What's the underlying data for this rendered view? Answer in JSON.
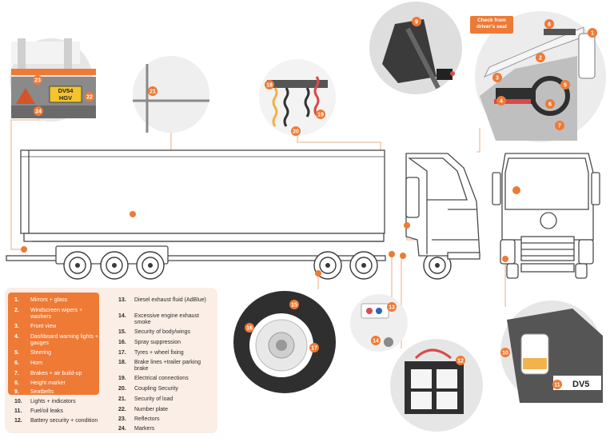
{
  "callouts": {
    "check_from_drivers_seat": "Check from driver's seat",
    "plate_line1": "DV54",
    "plate_line2": "HGV",
    "plate_partial": "DV5"
  },
  "markers": [
    "1",
    "2",
    "3",
    "4",
    "5",
    "6",
    "7",
    "8",
    "9",
    "10",
    "11",
    "12",
    "13",
    "14",
    "15",
    "16",
    "17",
    "18",
    "19",
    "20",
    "21",
    "22",
    "23",
    "24"
  ],
  "legend": {
    "items": [
      {
        "num": "1.",
        "text": "Mirrors + glass"
      },
      {
        "num": "2.",
        "text": "Windscreen wipers + washers"
      },
      {
        "num": "3.",
        "text": "Front view"
      },
      {
        "num": "4.",
        "text": "Dashboard warning lights + gauges"
      },
      {
        "num": "5.",
        "text": "Steering"
      },
      {
        "num": "6.",
        "text": "Horn"
      },
      {
        "num": "7.",
        "text": "Brakes + air build-up"
      },
      {
        "num": "8.",
        "text": "Height marker"
      },
      {
        "num": "9.",
        "text": "Seatbelts"
      },
      {
        "num": "10.",
        "text": "Lights + indicators"
      },
      {
        "num": "11.",
        "text": "Fuel/oil leaks"
      },
      {
        "num": "12.",
        "text": "Battery security + condition"
      },
      {
        "num": "13.",
        "text": "Diesel exhaust fluid (AdBlue)"
      },
      {
        "num": "14.",
        "text": "Excessive engine exhaust smoke"
      },
      {
        "num": "15.",
        "text": "Security of body/wings"
      },
      {
        "num": "16.",
        "text": "Spray suppression"
      },
      {
        "num": "17.",
        "text": "Tyres + wheel fixing"
      },
      {
        "num": "18.",
        "text": "Brake lines +trailer parking brake"
      },
      {
        "num": "19.",
        "text": "Electrical connections"
      },
      {
        "num": "20.",
        "text": "Coupling Security"
      },
      {
        "num": "21.",
        "text": "Security of load"
      },
      {
        "num": "22.",
        "text": "Number plate"
      },
      {
        "num": "23.",
        "text": "Reflectors"
      },
      {
        "num": "24.",
        "text": "Markers"
      }
    ]
  },
  "colors": {
    "accent": "#ee7a35",
    "line": "#5a5a5a",
    "light_gray": "#e6e6e6",
    "legend_bg": "#fbeee6"
  }
}
